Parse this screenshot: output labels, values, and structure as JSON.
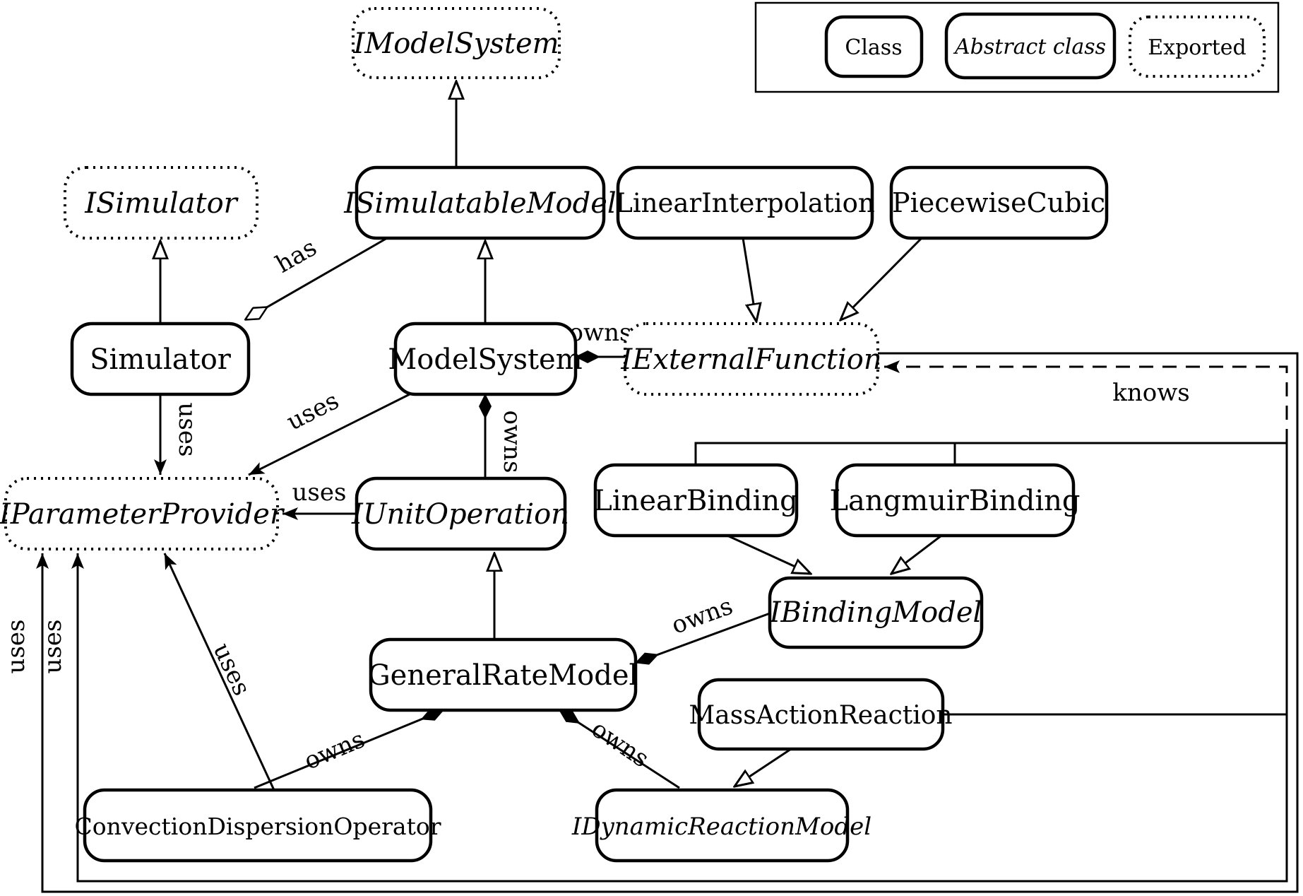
{
  "legend": {
    "class_label": "Class",
    "abstract_label": "Abstract class",
    "exported_label": "Exported"
  },
  "nodes": {
    "imodelsystem": {
      "label": "IModelSystem",
      "kind": "exported"
    },
    "isimulator": {
      "label": "ISimulator",
      "kind": "exported"
    },
    "isimulatablemodel": {
      "label": "ISimulatableModel",
      "kind": "abstract"
    },
    "linearinterpolation": {
      "label": "LinearInterpolation",
      "kind": "class"
    },
    "piecewisecubic": {
      "label": "PiecewiseCubic",
      "kind": "class"
    },
    "simulator": {
      "label": "Simulator",
      "kind": "class"
    },
    "modelsystem": {
      "label": "ModelSystem",
      "kind": "class"
    },
    "iexternalfunction": {
      "label": "IExternalFunction",
      "kind": "exported"
    },
    "iparameterprovider": {
      "label": "IParameterProvider",
      "kind": "exported"
    },
    "iunitoperation": {
      "label": "IUnitOperation",
      "kind": "abstract"
    },
    "linearbinding": {
      "label": "LinearBinding",
      "kind": "class"
    },
    "langmuirbinding": {
      "label": "LangmuirBinding",
      "kind": "class"
    },
    "ibindingmodel": {
      "label": "IBindingModel",
      "kind": "abstract"
    },
    "generalratemodel": {
      "label": "GeneralRateModel",
      "kind": "class"
    },
    "massactionreaction": {
      "label": "MassActionReaction",
      "kind": "class"
    },
    "convectiondispersionoperator": {
      "label": "ConvectionDispersionOperator",
      "kind": "class"
    },
    "idynamicreactionmodel": {
      "label": "IDynamicReactionModel",
      "kind": "abstract"
    }
  },
  "edge_labels": {
    "has": "has",
    "owns_system_external": "owns",
    "owns_system_unit": "owns",
    "owns_grm_binding": "owns",
    "owns_grm_convection": "owns",
    "owns_grm_reaction": "owns",
    "uses_simulator": "uses",
    "uses_modelsystem": "uses",
    "uses_unitoperation": "uses",
    "uses_convection": "uses",
    "uses_external_wrap": "uses",
    "uses_bindings_wrap": "uses",
    "knows": "knows"
  }
}
